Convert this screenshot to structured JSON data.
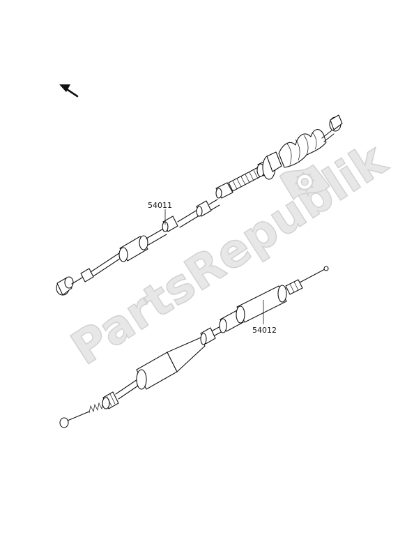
{
  "watermark": {
    "text": "PartsRepublik",
    "logo_icon": "gear-flag-icon"
  },
  "orientation_icon": "arrow-up-left-icon",
  "parts": [
    {
      "number": "54011"
    },
    {
      "number": "54012"
    }
  ]
}
